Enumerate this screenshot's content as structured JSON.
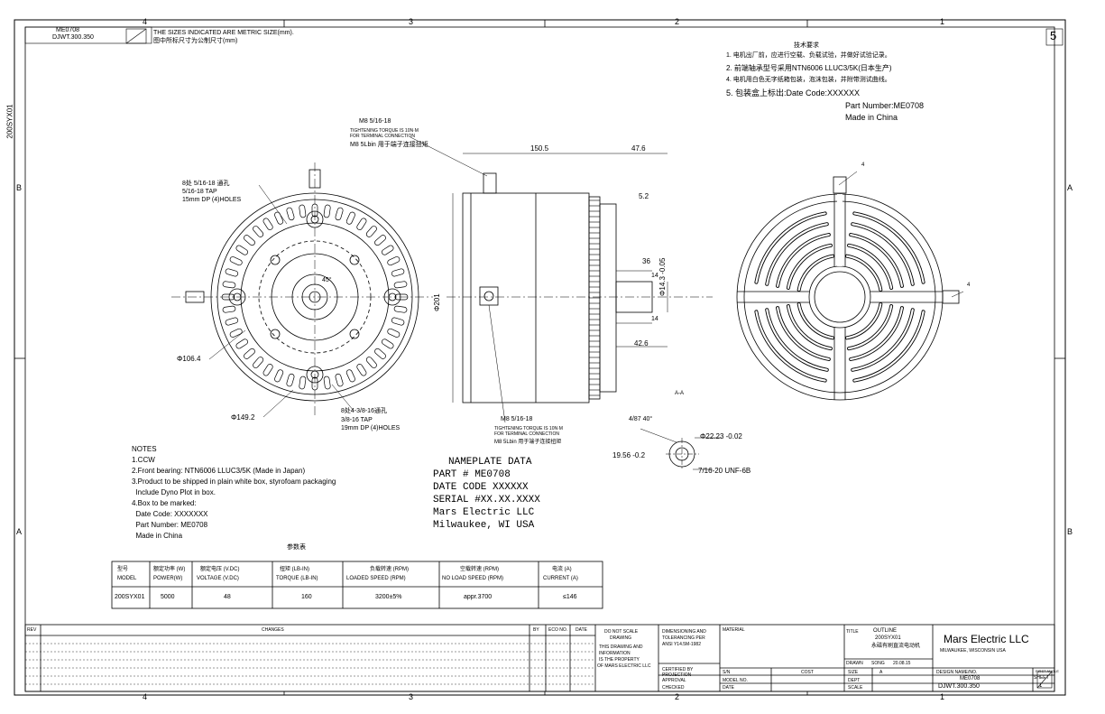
{
  "frame": {
    "cols_top": [
      "4",
      "3",
      "2",
      "1"
    ],
    "cols_bottom": [
      "4",
      "3",
      "2",
      "1"
    ],
    "rows_left": [
      "B",
      "A"
    ],
    "rows_right": [
      "A",
      "B"
    ],
    "side_code": "200SYX01",
    "sheet_box": "5"
  },
  "header_block": {
    "part_no": "ME0708",
    "drawing_no": "DJWT.300.350",
    "units_note": "THE SIZES INDICATED ARE METRIC SIZE(mm).",
    "units_note_cn": "图中所标尺寸为公制尺寸(mm)"
  },
  "tech_req": {
    "title": "技术要求",
    "items": [
      "1. 电机出厂前，应进行空载、负载试验，并做好试验记录。",
      "2. 前端轴承型号采用NTN6006  LLUC3/5K(日本生产)",
      "4. 电机用白色无字纸箱包装，泡沫包装，并附带测试曲线。",
      "5. 包装盒上标出:Date Code:XXXXXX"
    ],
    "part_number_line": "Part Number:ME0708",
    "made_in": "Made in China"
  },
  "front_view": {
    "tap1": "8处 5/16-18 通孔",
    "tap1_en1": "5/16-18 TAP",
    "tap1_en2": "15mm DP (4)HOLES",
    "angle": "45°",
    "dia_inner": "Φ106.4",
    "dia_outer": "Φ149.2",
    "tap2": "8处4-3/8-16通孔",
    "tap2_en1": "3/8-16 TAP",
    "tap2_en2": "19mm DP (4)HOLES"
  },
  "side_view": {
    "top_terminal": "M8 5/16-18",
    "top_terminal_note1": "TIGHTENING TORQUE IS 10N·M",
    "top_terminal_note2": "FOR TERMINAL CONNECTION",
    "top_terminal_cn": "M8 5Lbin 用于端子连接扭矩",
    "dim_150": "150.5",
    "dim_47": "47.6",
    "dim_5": "5.2",
    "dim_36": "36",
    "dim_14a": "14",
    "dim_14b": "14",
    "dim_shaft": "Φ14.3  -0.05",
    "dim_42": "42.6",
    "dia_body": "Φ201",
    "bottom_terminal": "M8 5/16-18",
    "bottom_terminal_note1": "TIGHTENING TORQUE IS 10N·M",
    "bottom_terminal_note2": "FOR TERMINAL CONNECTION",
    "bottom_terminal_cn": "M8 5Lbin 用于端子连接扭矩",
    "section_mark": "A-A"
  },
  "rear_view": {
    "label_top": "4",
    "label_right": "4"
  },
  "section_detail": {
    "angle": "4/87 40°",
    "dia": "Φ22.23  -0.02",
    "dim_19": "19.56 -0.2",
    "spline": "7/16-20 UNF-6B"
  },
  "notes": {
    "title": "NOTES",
    "lines": [
      "1.CCW",
      "2.Front bearing: NTN6006 LLUC3/5K (Made in Japan)",
      "3.Product to be shipped in plain white box, styrofoam packaging",
      "  Include Dyno Plot in box.",
      "4.Box to be marked:",
      "  Date Code: XXXXXXX",
      "  Part Number: ME0708",
      "  Made in China"
    ]
  },
  "nameplate": {
    "lines": [
      "NAMEPLATE DATA",
      "PART # ME0708",
      "DATE CODE XXXXXX",
      "SERIAL #XX.XX.XXXX",
      "Mars Electric LLC",
      "Milwaukee, WI  USA"
    ]
  },
  "perf_table": {
    "title": "参数表",
    "headers": [
      [
        "型号",
        "MODEL"
      ],
      [
        "额定功率 (W)",
        "POWER(W)"
      ],
      [
        "额定电压 (V.DC)",
        "VOLTAGE (V.DC)"
      ],
      [
        "扭矩 (LB-IN)",
        "TORQUE (LB-IN)"
      ],
      [
        "负载转速 (RPM)",
        "LOADED SPEED (RPM)"
      ],
      [
        "空载转速 (RPM)",
        "NO LOAD SPEED (RPM)"
      ],
      [
        "电流 (A)",
        "CURRENT (A)"
      ]
    ],
    "row": [
      "200SYX01",
      "5000",
      "48",
      "160",
      "3200±5%",
      "appr.3700",
      "≤146"
    ]
  },
  "title_block": {
    "rev_header": [
      "REV",
      "CHANGES",
      "BY",
      "ECO NO.",
      "DATE"
    ],
    "notice_lines": [
      "DO NOT SCALE",
      "DRAWING",
      "THIS DRAWING AND",
      "INFORMATION",
      "IS THE PROPERTY",
      "OF MARS ELECTRIC LLC"
    ],
    "tolerance_lines": [
      "DIMENSIONING AND",
      "TOLERANCING PER",
      "ANSI Y14.5M-1982"
    ],
    "material_label": "MATERIAL",
    "title_label": "TITLE",
    "title_lines": [
      "OUTLINE",
      "200SYX01",
      "永磁有刷直流电动机"
    ],
    "company": "Mars Electric LLC",
    "company_sub": "MILWAUKEE, WISCONSIN  USA",
    "drawn_label": "DRAWN",
    "drawn_by": "SONG",
    "drawn_date": "20.08.15",
    "design_label": "DESIGN NAME/NO.",
    "design_no": "ME0708",
    "drawing_no": "DJWT.300.350",
    "size_label": "SIZE",
    "size_value": "A",
    "scale_label": "SCALE",
    "dept_label": "DEPT",
    "cost_label": "COST",
    "sheet_label": "SHEET",
    "sheet_value": "1",
    "first_angle": "FIRST ANGLE",
    "projection_label": "PROJECTION",
    "model_label": "MODEL NO.",
    "s_label": "S/N",
    "date_label": "DATE",
    "certified": "CERTIFIED BY",
    "approval": "APPROVAL",
    "checked": "CHECKED"
  }
}
